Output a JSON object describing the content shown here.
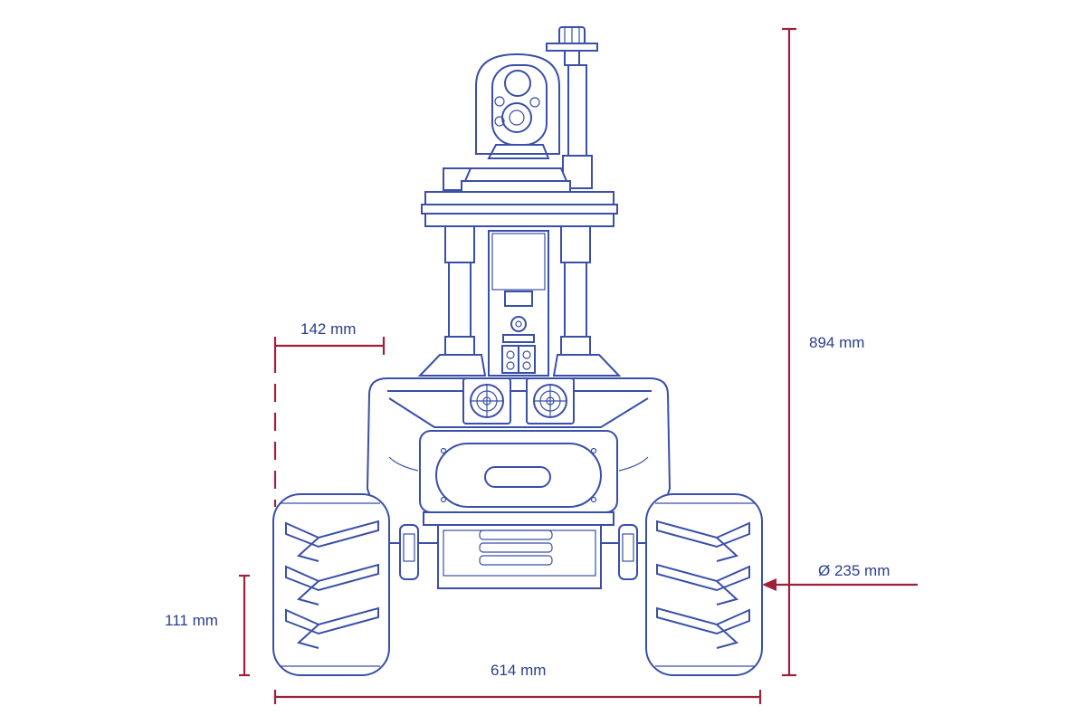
{
  "dimensions": {
    "offset": "142 mm",
    "ground_clearance": "111 mm",
    "track_width": "614 mm",
    "height": "894 mm",
    "wheel_diameter": "Ø 235 mm"
  },
  "colors": {
    "outline": "#3a4fa8",
    "dimension_line": "#a0203c",
    "label_text": "#2a3f8f"
  }
}
